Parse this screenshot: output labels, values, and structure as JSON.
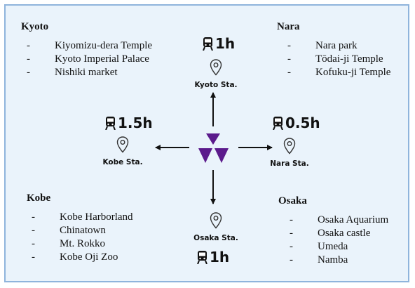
{
  "regions": {
    "kyoto": {
      "title": "Kyoto",
      "items": [
        {
          "dash": "-",
          "text": "Kiyomizu-dera Temple"
        },
        {
          "dash": "-",
          "text": "Kyoto Imperial Palace"
        },
        {
          "dash": "-",
          "text": "Nishiki market"
        }
      ]
    },
    "nara": {
      "title": "Nara",
      "items": [
        {
          "dash": "-",
          "text": "Nara park"
        },
        {
          "dash": "-",
          "text": "Tōdai-ji Temple"
        },
        {
          "dash": "-",
          "text": "Kofuku-ji Temple"
        }
      ]
    },
    "kobe": {
      "title": "Kobe",
      "items": [
        {
          "dash": "-",
          "text": "Kobe Harborland"
        },
        {
          "dash": "-",
          "text": "Chinatown"
        },
        {
          "dash": "-",
          "text": "Mt. Rokko"
        },
        {
          "dash": "-",
          "text": "Kobe Oji Zoo"
        }
      ]
    },
    "osaka": {
      "title": "Osaka",
      "items": [
        {
          "dash": "-",
          "text": "Osaka Aquarium"
        },
        {
          "dash": "-",
          "text": "Osaka castle"
        },
        {
          "dash": "-",
          "text": "Umeda"
        },
        {
          "dash": "-",
          "text": "Namba"
        }
      ]
    }
  },
  "stations": {
    "kyoto": "Kyoto Sta.",
    "kobe": "Kobe Sta.",
    "nara": "Nara Sta.",
    "osaka": "Osaka Sta."
  },
  "travel_times": {
    "kyoto": "1h",
    "kobe": "1.5h",
    "nara": "0.5h",
    "osaka": "1h"
  },
  "colors": {
    "background": "#eaf3fb",
    "border": "#8fb4dc",
    "logo": "#5b1a8c",
    "arrow": "#111111"
  },
  "icons": {
    "train": "train-icon",
    "pin": "location-pin-icon",
    "logo": "triforce-logo"
  }
}
